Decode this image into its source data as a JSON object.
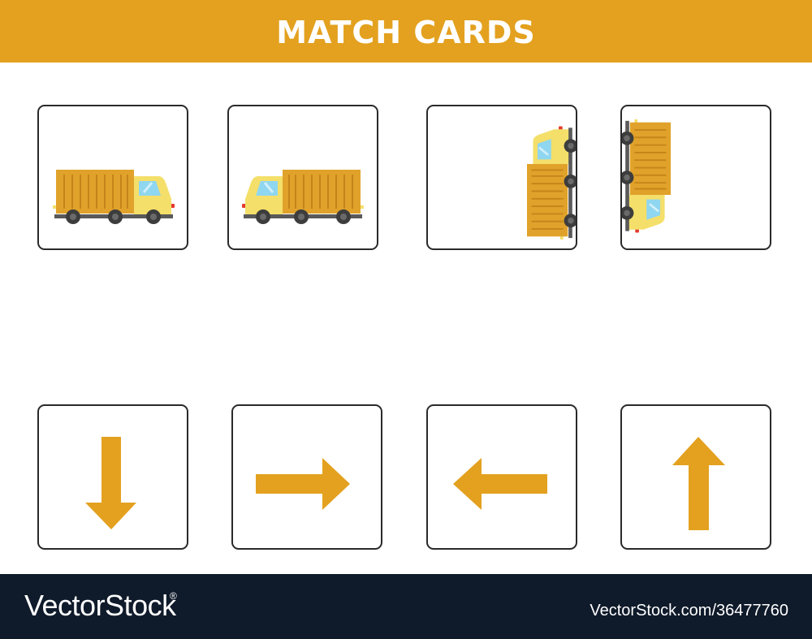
{
  "header": {
    "title": "MATCH CARDS"
  },
  "colors": {
    "banner": "#e3a11f",
    "arrow": "#e3a11f",
    "truck_cargo": "#e0a22a",
    "truck_cabin": "#f4df6a",
    "truck_window": "#8fd6f0",
    "wheel": "#3d3d3d",
    "footer": "#0f1a2a"
  },
  "truck_cards": [
    {
      "icon": "truck-facing-right-icon"
    },
    {
      "icon": "truck-facing-left-icon"
    },
    {
      "icon": "truck-facing-up-icon"
    },
    {
      "icon": "truck-facing-down-icon"
    }
  ],
  "arrow_cards": [
    {
      "icon": "arrow-down-icon"
    },
    {
      "icon": "arrow-right-icon"
    },
    {
      "icon": "arrow-left-icon"
    },
    {
      "icon": "arrow-up-icon"
    }
  ],
  "footer": {
    "brand": "VectorStock",
    "registered": "®",
    "image_id": "VectorStock.com/36477760"
  }
}
